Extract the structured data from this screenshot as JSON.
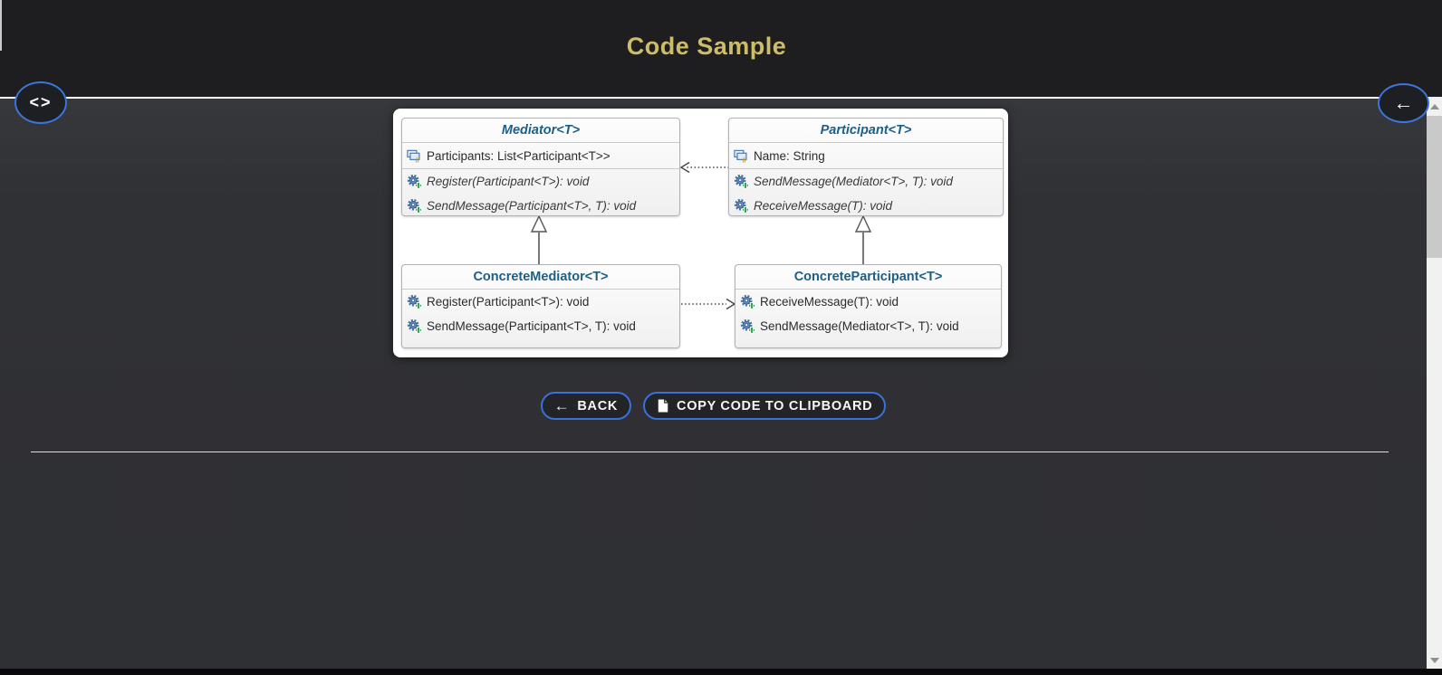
{
  "header": {
    "title": "Code Sample",
    "code_icon": "<>",
    "back_icon": "←"
  },
  "colors": {
    "accent_blue": "#3a70da",
    "title_gold": "#cdbd68",
    "class_title_blue": "#1c5f87",
    "header_bg": "#1e1e21",
    "body_bg": "#303134"
  },
  "diagram": {
    "classes": [
      {
        "name": "Mediator<T>",
        "abstract": true,
        "fields": [
          "Participants: List<Participant<T>>"
        ],
        "methods": [
          "Register(Participant<T>): void",
          "SendMessage(Participant<T>, T): void"
        ]
      },
      {
        "name": "Participant<T>",
        "abstract": true,
        "fields": [
          "Name: String"
        ],
        "methods": [
          "SendMessage(Mediator<T>, T): void",
          "ReceiveMessage(T): void"
        ]
      },
      {
        "name": "ConcreteMediator<T>",
        "abstract": false,
        "fields": [],
        "methods": [
          "Register(Participant<T>): void",
          "SendMessage(Participant<T>, T): void"
        ]
      },
      {
        "name": "ConcreteParticipant<T>",
        "abstract": false,
        "fields": [],
        "methods": [
          "ReceiveMessage(T): void",
          "SendMessage(Mediator<T>, T): void"
        ]
      }
    ],
    "relationships": [
      {
        "from": "ConcreteMediator<T>",
        "to": "Mediator<T>",
        "type": "inheritance"
      },
      {
        "from": "ConcreteParticipant<T>",
        "to": "Participant<T>",
        "type": "inheritance"
      },
      {
        "from": "Participant<T>",
        "to": "Mediator<T>",
        "type": "dependency"
      },
      {
        "from": "ConcreteMediator<T>",
        "to": "ConcreteParticipant<T>",
        "type": "dependency"
      }
    ]
  },
  "buttons": {
    "back_icon": "←",
    "back_label": "BACK",
    "copy_label": "COPY CODE TO CLIPBOARD"
  }
}
